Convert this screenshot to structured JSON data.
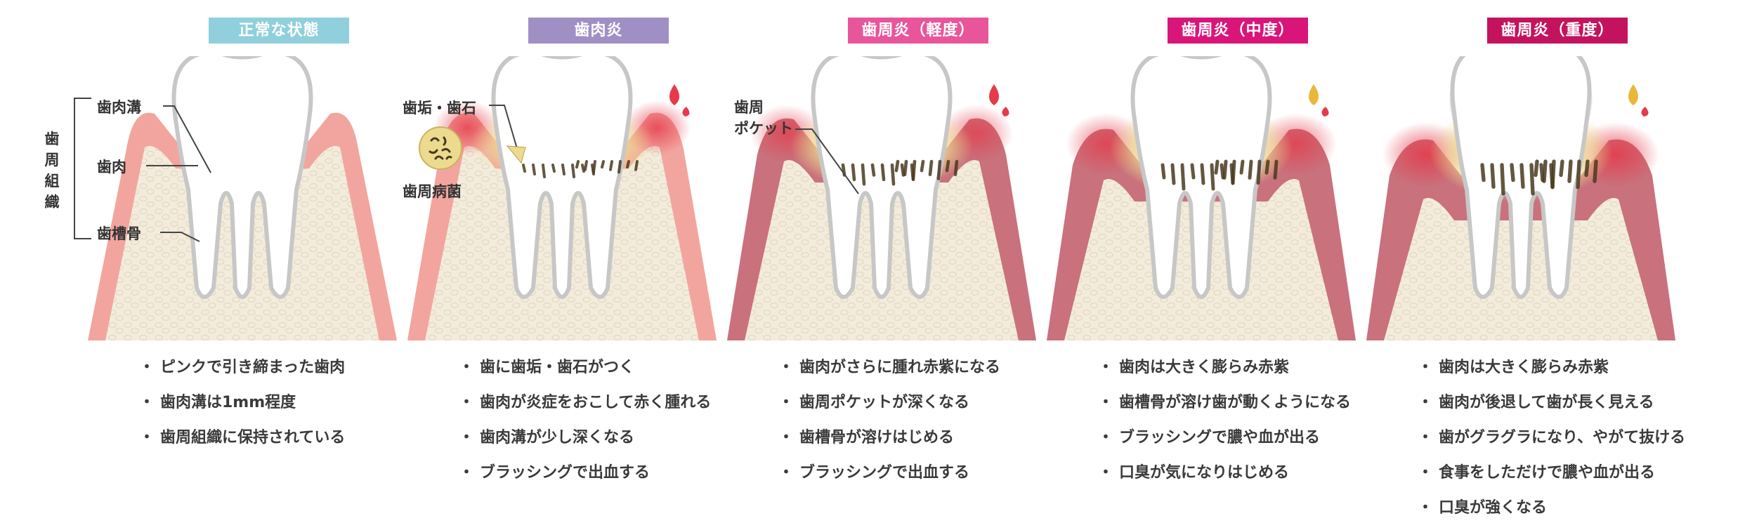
{
  "stages": [
    {
      "title": "正常な状態",
      "title_color": "#8fd0dc",
      "bullets": [
        "ピンクで引き締まった歯肉",
        "歯肉溝は1mm程度",
        "歯周組織に保持されている"
      ]
    },
    {
      "title": "歯肉炎",
      "title_color": "#a08fc4",
      "bullets": [
        "歯に歯垢・歯石がつく",
        "歯肉が炎症をおこして赤く腫れる",
        "歯肉溝が少し深くなる",
        "ブラッシングで出血する"
      ]
    },
    {
      "title": "歯周炎（軽度）",
      "title_color": "#e9559a",
      "bullets": [
        "歯肉がさらに腫れ赤紫になる",
        "歯周ポケットが深くなる",
        "歯槽骨が溶けはじめる",
        "ブラッシングで出血する"
      ]
    },
    {
      "title": "歯周炎（中度）",
      "title_color": "#d9157a",
      "bullets": [
        "歯肉は大きく膨らみ赤紫",
        "歯槽骨が溶け歯が動くようになる",
        "ブラッシングで膿や血が出る",
        "口臭が気になりはじめる"
      ]
    },
    {
      "title": "歯周炎（重度）",
      "title_color": "#c4135e",
      "bullets": [
        "歯肉は大きく膨らみ赤紫",
        "歯肉が後退して歯が長く見える",
        "歯がグラグラになり、やがて抜ける",
        "食事をしただけで膿や血が出る",
        "口臭が強くなる"
      ]
    }
  ],
  "labels": {
    "periodontal_tissue": "歯周組織",
    "gingival_sulcus": "歯肉溝",
    "gingiva": "歯肉",
    "alveolar_bone": "歯槽骨",
    "plaque_tartar": "歯垢・歯石",
    "periodontal_bacteria": "歯周病菌",
    "periodontal_pocket": "歯周\nポケット"
  },
  "bullet_mark": "・",
  "colors": {
    "bone": "#f3ecdc",
    "bone_cells": "#e3d8c2",
    "gum_healthy": "#f2a59e",
    "gum_inflamed": "#d86a72",
    "gum_mauve": "#c9717c",
    "tooth_outline": "#c7c7c7",
    "plaque": "#ecdb8e",
    "tartar": "#4a3a20",
    "blood": "#e53a4a",
    "pus": "#e9b83a"
  }
}
